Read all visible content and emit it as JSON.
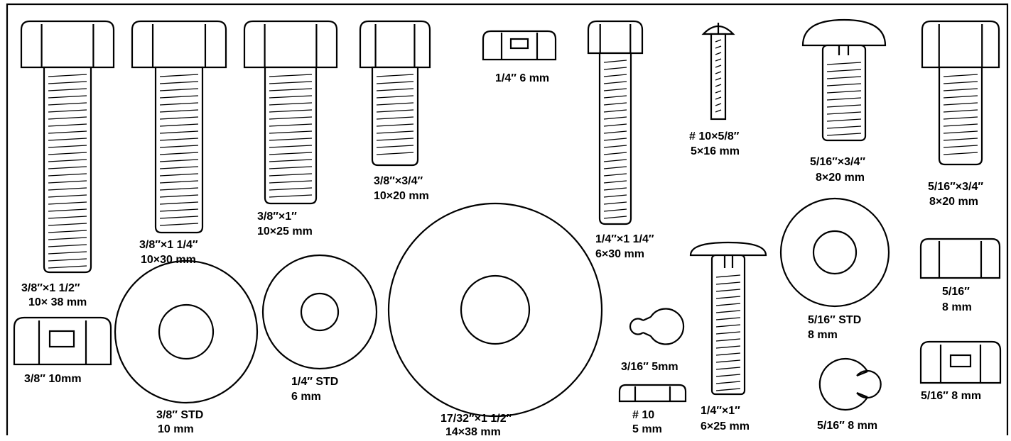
{
  "figure": {
    "labels": {
      "hex_bolt_3_8_x_1_1_2": [
        "3/8″×1 1/2″",
        "10× 38 mm"
      ],
      "hex_bolt_3_8_x_1_1_4": [
        "3/8″×1 1/4″",
        "10×30 mm"
      ],
      "hex_bolt_3_8_x_1": [
        "3/8″×1″",
        "10×25 mm"
      ],
      "hex_bolt_3_8_x_3_4": [
        "3/8″×3/4″",
        "10×20 mm"
      ],
      "lock_nut_1_4": [
        "1/4″ 6 mm"
      ],
      "hex_bolt_1_4_x_1_1_4": [
        "1/4″×1 1/4″",
        "6×30 mm"
      ],
      "machine_screw_10_x_5_8": [
        "# 10×5/8″",
        "5×16 mm"
      ],
      "carriage_bolt_5_16_x_3_4": [
        "5/16″×3/4″",
        "8×20 mm"
      ],
      "hex_bolt_5_16_x_3_4": [
        "5/16″×3/4″",
        "8×20 mm"
      ],
      "lock_nut_3_8": [
        "3/8″ 10mm"
      ],
      "flat_washer_3_8": [
        "3/8″ STD",
        "10 mm"
      ],
      "flat_washer_1_4": [
        "1/4″ STD",
        "6 mm"
      ],
      "flat_washer_17_32": [
        "17/32″×1 1/2″",
        "14×38 mm"
      ],
      "split_washer_3_16": [
        "3/16″ 5mm"
      ],
      "hex_nut_10": [
        "# 10",
        "5 mm"
      ],
      "carriage_bolt_1_4_x_1": [
        "1/4″×1″",
        "6×25 mm"
      ],
      "flat_washer_5_16": [
        "5/16″ STD",
        "8 mm"
      ],
      "split_washer_5_16": [
        "5/16″ 8 mm"
      ],
      "hex_nut_5_16": [
        "5/16″",
        "8 mm"
      ],
      "lock_nut_5_16": [
        "5/16″ 8 mm"
      ]
    }
  }
}
